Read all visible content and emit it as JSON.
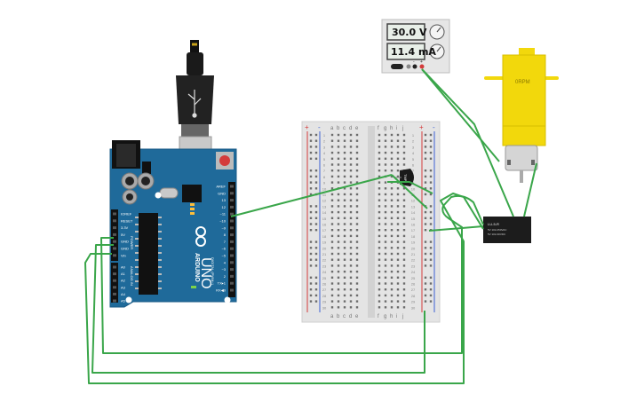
{
  "power_supply": {
    "voltage": "30.0 V",
    "current": "11.4 mA"
  },
  "motor": {
    "speed": "0RPM"
  },
  "relay": {
    "label": "LU-5-R",
    "specs": [
      "5V 10A 250VAC",
      "5V 10A 30VDC"
    ]
  },
  "arduino": {
    "brand": "ARDUINO",
    "model": "UNO",
    "power_header": [
      "IOREF",
      "RESET",
      "3.3V",
      "5V",
      "GND",
      "GND",
      "Vin"
    ],
    "analog_header": [
      "A0",
      "A1",
      "A2",
      "A3",
      "A4",
      "A5"
    ],
    "digital_header": [
      "AREF",
      "GND",
      "13",
      "12",
      "~11",
      "~10",
      "~9",
      "8",
      "7",
      "~6",
      "~5",
      "4",
      "~3",
      "2",
      "TX▸1",
      "RX◀0"
    ],
    "power_title": "POWER",
    "analog_title": "ANALOG IN",
    "digital_title": "DIGITAL (PWM~)"
  },
  "breadboard": {
    "columns_left": [
      "a",
      "b",
      "c",
      "d",
      "e"
    ],
    "columns_right": [
      "f",
      "g",
      "h",
      "i",
      "j"
    ],
    "rows": [
      "1",
      "2",
      "3",
      "4",
      "5",
      "6",
      "7",
      "8",
      "9",
      "10",
      "11",
      "12",
      "13",
      "14",
      "15",
      "16",
      "17",
      "18",
      "19",
      "20",
      "21",
      "22",
      "23",
      "24",
      "25",
      "26",
      "27",
      "28",
      "29",
      "30"
    ],
    "plus": "+",
    "minus": "-"
  },
  "sensor": {
    "label": "TMP"
  },
  "colors": {
    "wire": "#3aa64a",
    "arduino_blue": "#1f6a9a",
    "motor_yellow": "#f2d80c",
    "breadboard": "#e4e4e4",
    "rail_red": "#d33b3b",
    "rail_blue": "#3b5fd3"
  }
}
